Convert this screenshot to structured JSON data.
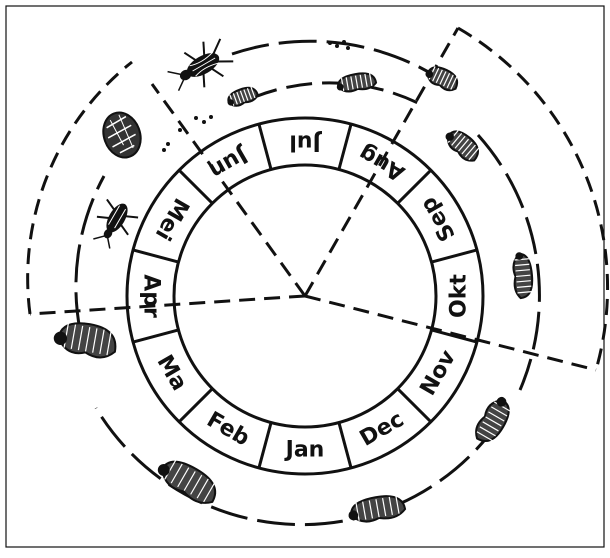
{
  "months": [
    "Jan",
    "Feb",
    "Ma",
    "Apr",
    "Mei",
    "Jun",
    "Jul",
    "Aug",
    "Sep",
    "Okt",
    "Nov",
    "Dec"
  ],
  "stages": [
    {
      "name": "adult-beetle",
      "icon": "beetle-icon"
    },
    {
      "name": "egg-clutch",
      "icon": "eggs-icon"
    },
    {
      "name": "larva",
      "icon": "grub-icon"
    },
    {
      "name": "pupa-cocoon",
      "icon": "cocoon-icon"
    }
  ],
  "colors": {
    "ink": "#111111",
    "paper": "#ffffff"
  }
}
